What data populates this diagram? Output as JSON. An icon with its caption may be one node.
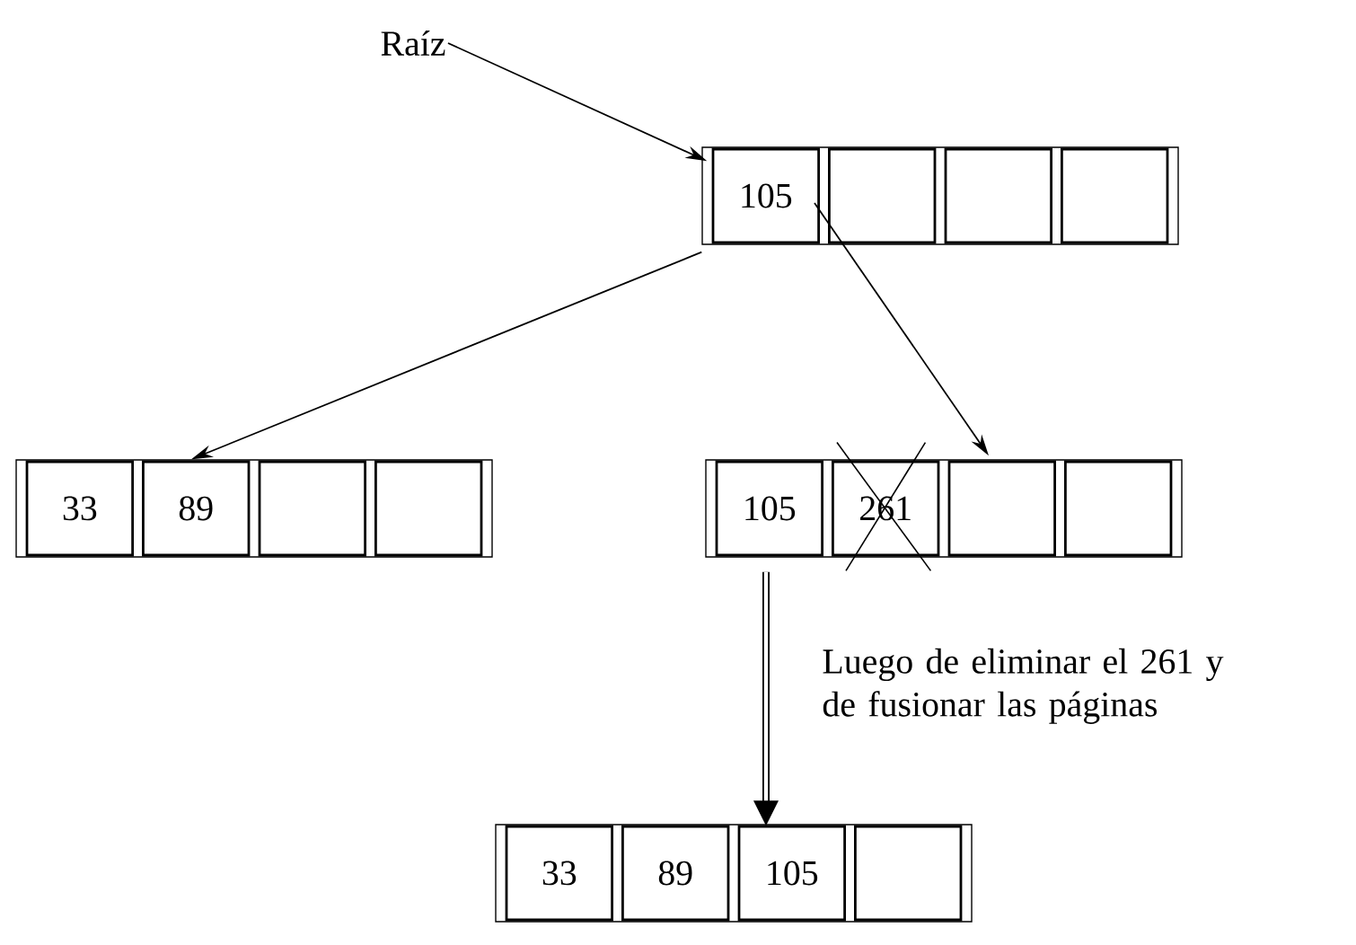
{
  "diagram": {
    "nodes": [
      {
        "text": [
          "Raíz"
        ]
      },
      {
        "text": [],
        "shape": "box"
      },
      {
        "text": [
          "105"
        ],
        "in": 1
      },
      {
        "text": [],
        "shape": "box",
        "in": 1
      },
      {
        "text": [],
        "shape": "box",
        "in": 1
      },
      {
        "text": [],
        "shape": "box",
        "in": 1
      },
      {
        "text": [],
        "shape": "box"
      },
      {
        "text": [
          "33"
        ],
        "in": 6
      },
      {
        "text": [
          "89"
        ],
        "in": 6
      },
      {
        "text": [],
        "shape": "box",
        "in": 6
      },
      {
        "text": [],
        "shape": "box",
        "in": 6
      },
      {
        "text": [],
        "shape": "box"
      },
      {
        "text": [
          "105"
        ],
        "in": 11
      },
      {
        "text": [
          "261"
        ],
        "in": 11
      },
      {
        "text": [],
        "shape": "box",
        "in": 11
      },
      {
        "text": [],
        "shape": "box",
        "in": 11
      },
      {
        "text": [],
        "shape": "box"
      },
      {
        "text": [
          "33"
        ],
        "in": 16
      },
      {
        "text": [
          "89"
        ],
        "in": 16
      },
      {
        "text": [
          "105"
        ],
        "in": 16
      },
      {
        "text": [],
        "shape": "box",
        "in": 16
      }
    ],
    "edges": [
      {
        "from": 0,
        "to": 1,
        "arrow": "to"
      },
      {
        "from": 1,
        "to": 6,
        "arrow": "to"
      },
      {
        "from": 2,
        "to": 11,
        "arrow": "to"
      },
      {
        "from": 11,
        "to": 16,
        "arrow": "to",
        "style": "thick",
        "label": "Luego de eliminar el 261 y de fusionar las páginas"
      }
    ]
  }
}
